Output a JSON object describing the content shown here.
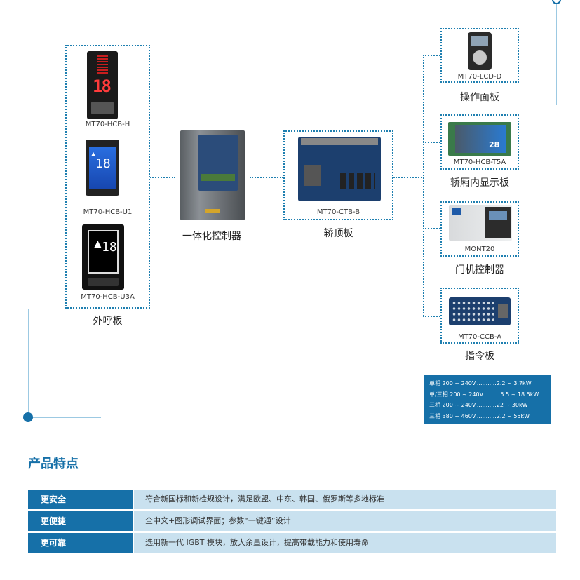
{
  "left_group": {
    "items": [
      {
        "label": "MT70-HCB-H",
        "seg_text": "18"
      },
      {
        "label": "MT70-HCB-U1",
        "seg_text": "18"
      },
      {
        "label": "MT70-HCB-U3A",
        "seg_text": "18"
      }
    ],
    "caption": "外呼板"
  },
  "controller": {
    "caption": "一体化控制器"
  },
  "car_top": {
    "label": "MT70-CTB-B",
    "caption": "轿顶板"
  },
  "right_group": [
    {
      "label": "MT70-LCD-D",
      "caption": "操作面板"
    },
    {
      "label": "MT70-HCB-T5A",
      "caption": "轿厢内显示板",
      "screen_text": "28"
    },
    {
      "label": "MONT20",
      "caption": "门机控制器"
    },
    {
      "label": "MT70-CCB-A",
      "caption": "指令板"
    }
  ],
  "specs": [
    "单相 200 ~ 240V............2.2 ~ 3.7kW",
    "单/三相 200 ~ 240V..........5.5 ~ 18.5kW",
    "三相 200 ~ 240V............22 ~ 30kW",
    "三相 380 ~ 460V............2.2 ~ 55kW"
  ],
  "features": {
    "title": "产品特点",
    "rows": [
      {
        "key": "更安全",
        "value": "符合新国标和新检规设计，满足欧盟、中东、韩国、俄罗斯等多地标准"
      },
      {
        "key": "更便捷",
        "value": "全中文+图形调试界面；参数“一键通”设计"
      },
      {
        "key": "更可靠",
        "value": "选用新一代 IGBT 模块，放大余量设计，提高带载能力和使用寿命"
      }
    ]
  },
  "colors": {
    "accent": "#1670a8",
    "row_bg": "#c9e1ef",
    "line": "#1e7fb0"
  }
}
